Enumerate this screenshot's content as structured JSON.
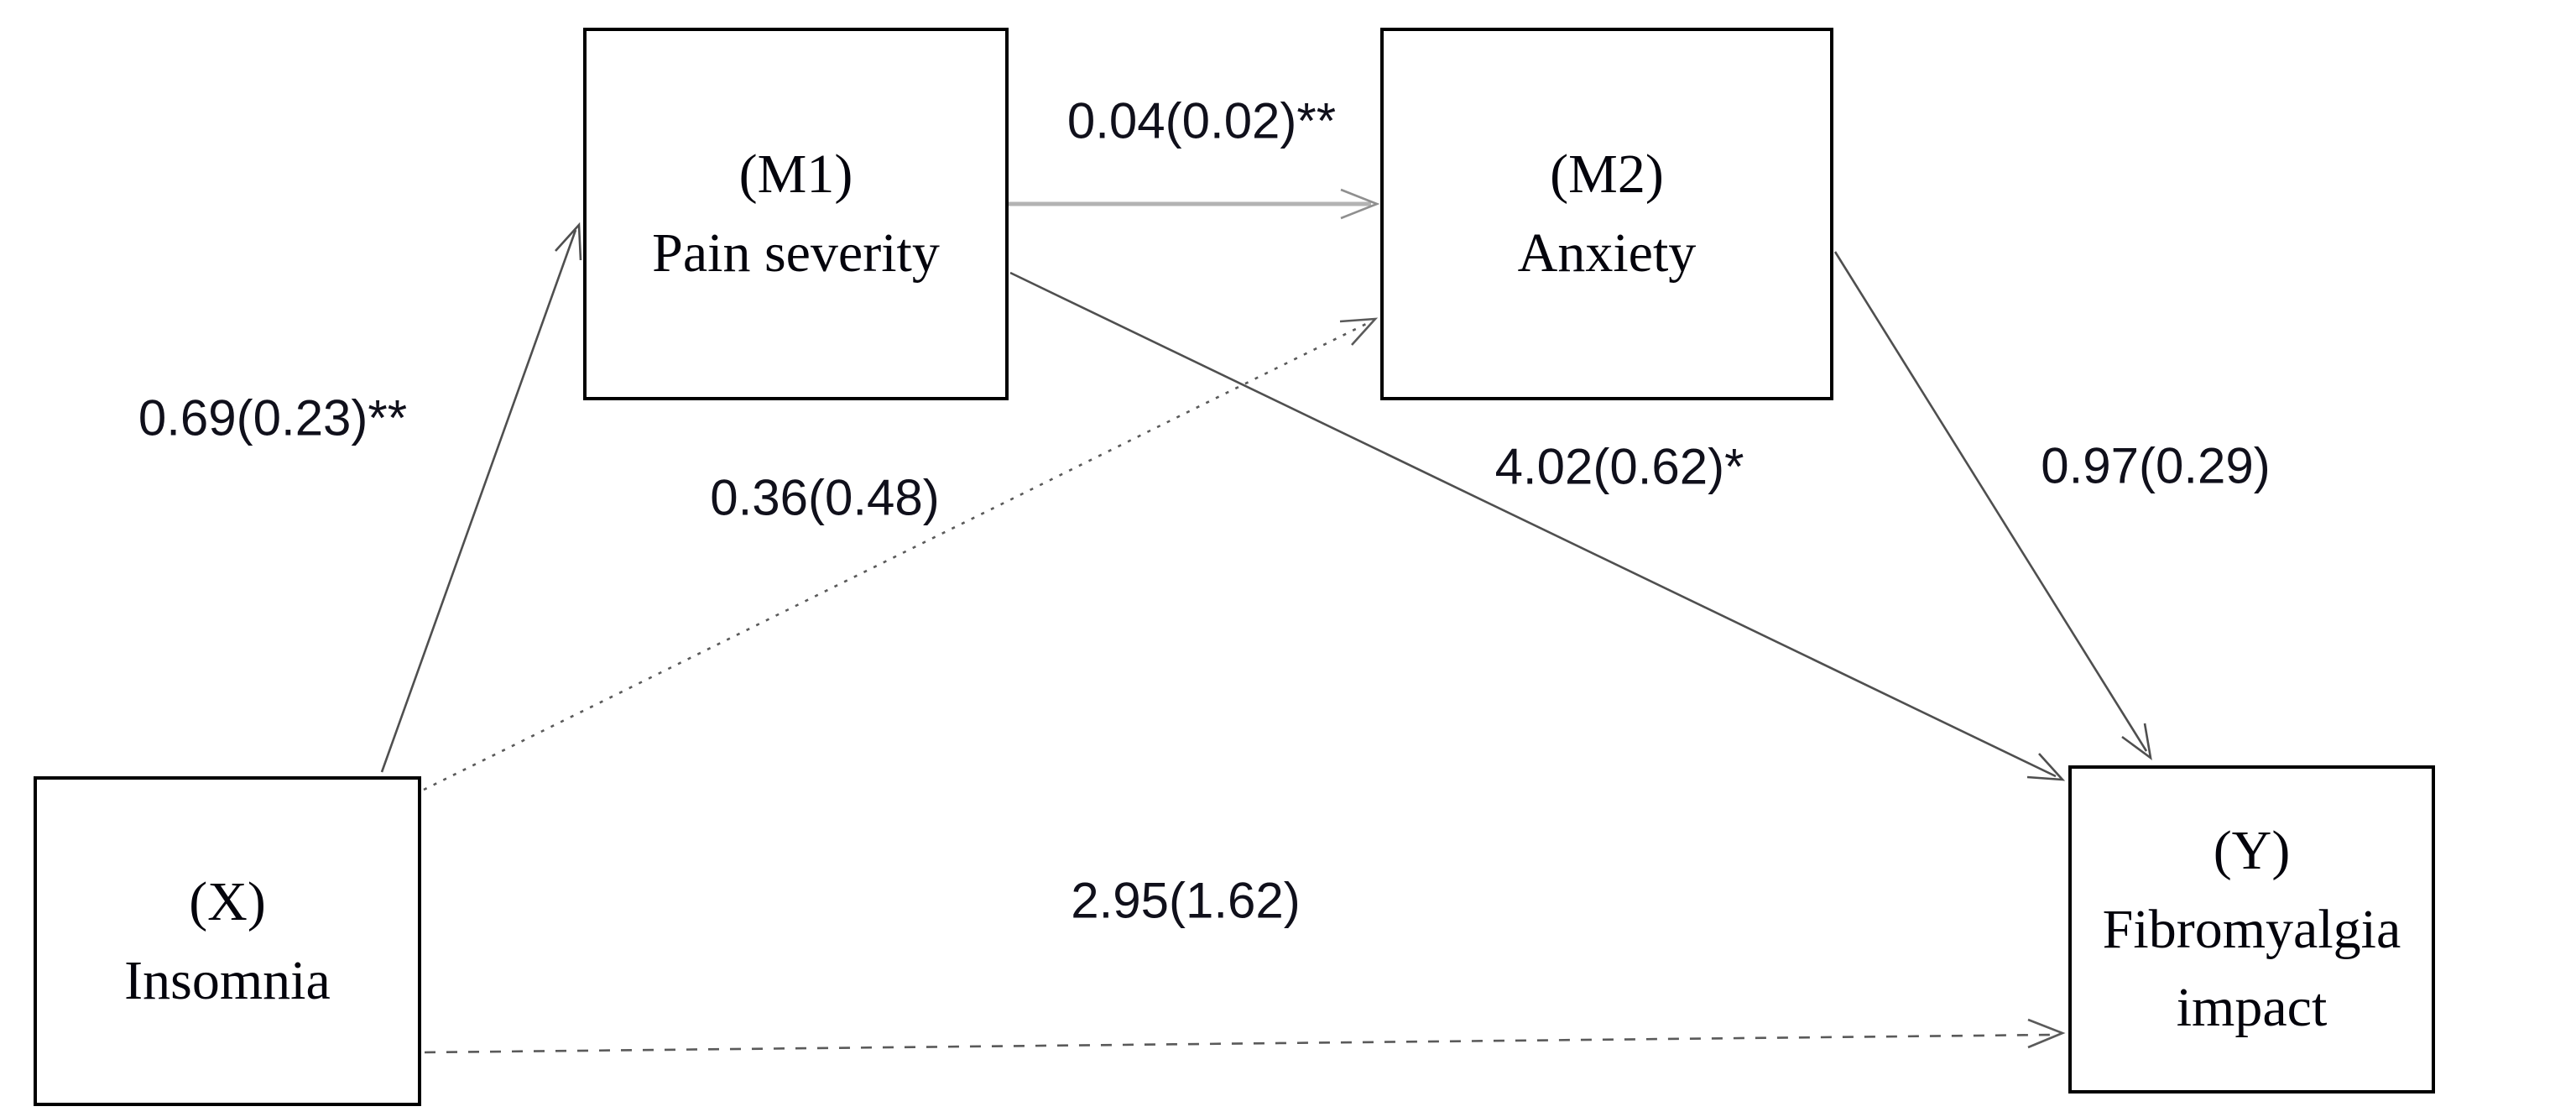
{
  "figure": {
    "type": "mediation-path-diagram",
    "background": "#ffffff",
    "nodes": {
      "x": {
        "code": "(X)",
        "name": "Insomnia"
      },
      "m1": {
        "code": "(M1)",
        "name": "Pain severity"
      },
      "m2": {
        "code": "(M2)",
        "name": "Anxiety"
      },
      "y": {
        "code": "(Y)",
        "name": "Fibromyalgia impact"
      }
    },
    "paths": {
      "x_m1": {
        "from": "X",
        "to": "M1",
        "label": "0.69(0.23)**",
        "style": "solid-thin"
      },
      "x_m2": {
        "from": "X",
        "to": "M2",
        "label": "0.36(0.48)",
        "style": "dotted"
      },
      "m1_m2": {
        "from": "M1",
        "to": "M2",
        "label": "0.04(0.02)**",
        "style": "solid-thick-gray"
      },
      "m1_y": {
        "from": "M1",
        "to": "Y",
        "label": "4.02(0.62)*",
        "style": "solid-thin"
      },
      "m2_y": {
        "from": "M2",
        "to": "Y",
        "label": "0.97(0.29)",
        "style": "solid-thin"
      },
      "x_y": {
        "from": "X",
        "to": "Y",
        "label": "2.95(1.62)",
        "style": "dashed"
      }
    },
    "colors": {
      "box_border": "#000000",
      "node_text": "#04040c",
      "coefficient_text": "#10101b",
      "thin_line": "#4f4f4f",
      "thick_arrow": "#b3b3b3",
      "thick_arrow_head": "#8f8f8f"
    }
  }
}
